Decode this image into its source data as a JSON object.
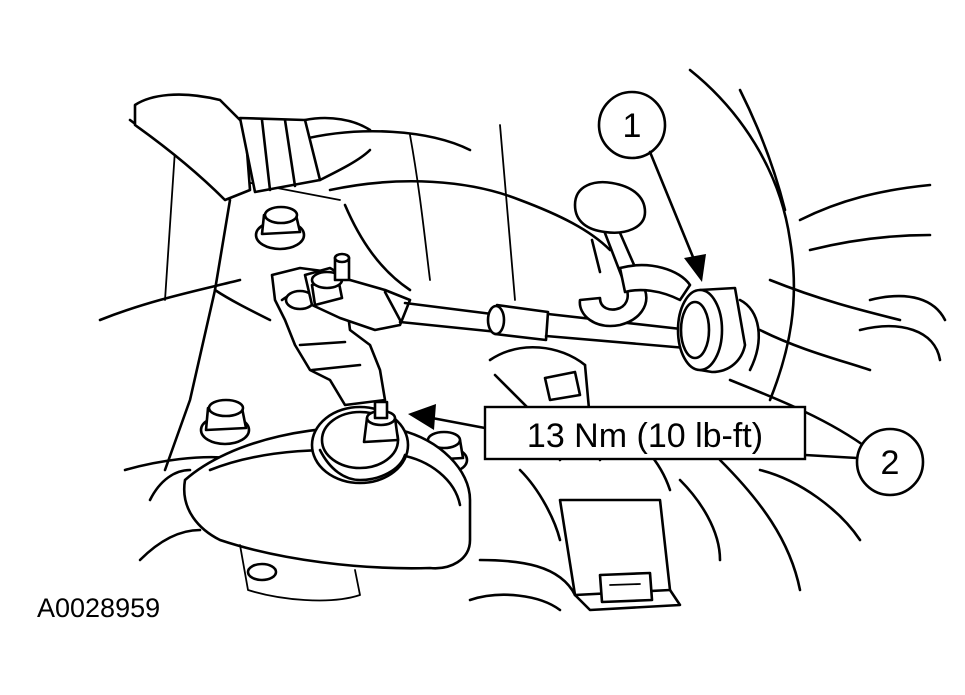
{
  "figure_id": "A0028959",
  "callouts": [
    {
      "number": "1"
    },
    {
      "number": "2"
    }
  ],
  "torque_label": "13 Nm (10 lb-ft)"
}
